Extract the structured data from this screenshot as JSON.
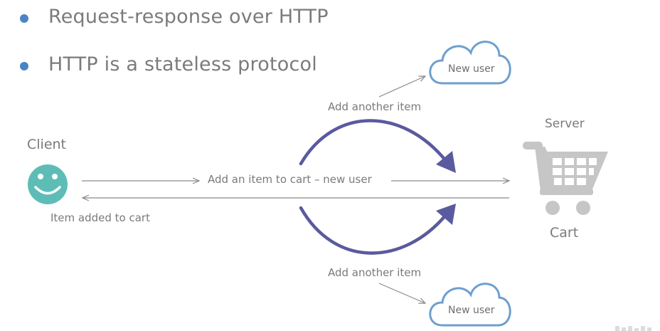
{
  "bullets": [
    {
      "text": "Request-response over HTTP"
    },
    {
      "text": "HTTP is a stateless protocol"
    }
  ],
  "client": {
    "label": "Client",
    "icon": "smiley-face-icon"
  },
  "server": {
    "label": "Server",
    "cart_label": "Cart",
    "icon": "shopping-cart-icon"
  },
  "arrows": {
    "request": "Add an item to cart – new user",
    "response": "Item added to cart",
    "another_top": "Add another item",
    "another_bottom": "Add another item"
  },
  "clouds": {
    "top": "New user",
    "bottom": "New user"
  },
  "colors": {
    "bullet": "#4a84c4",
    "smiley": "#5dbdb6",
    "cart": "#c6c6c6",
    "curve": "#5a5a9e",
    "cloud": "#6d9fcf",
    "text": "#7a7a7a"
  }
}
